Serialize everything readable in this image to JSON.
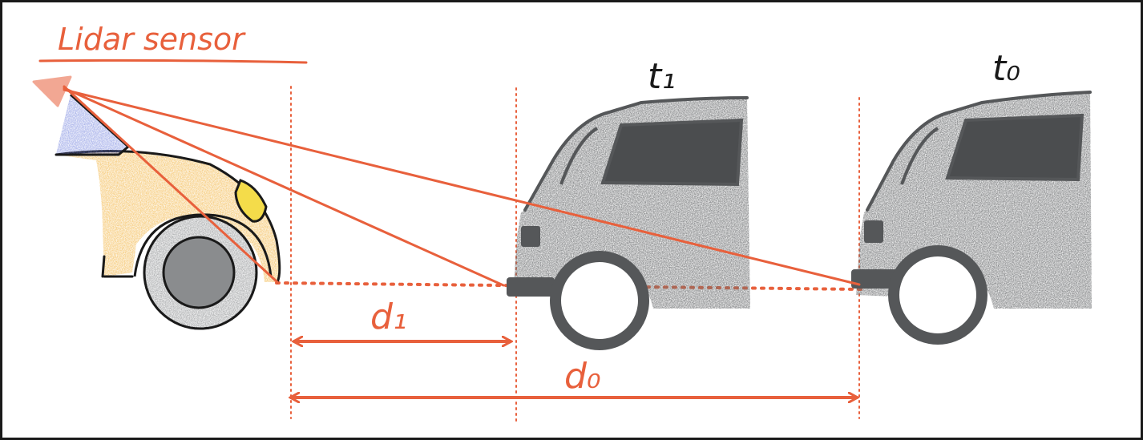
{
  "title": "Lidar sensor",
  "labels": {
    "time_near": "t₁",
    "time_far": "t₀",
    "distance_near": "d₁",
    "distance_far": "d₀"
  },
  "colors": {
    "accent": "#e8603c",
    "vehicle_dark": "#6b6d6f",
    "car_body": "#f2b441",
    "car_headlight": "#f4dc4a",
    "sensor_blue": "#6f7fdc",
    "outline": "#1a1a1a",
    "frame_border": "#1a1a1a"
  }
}
